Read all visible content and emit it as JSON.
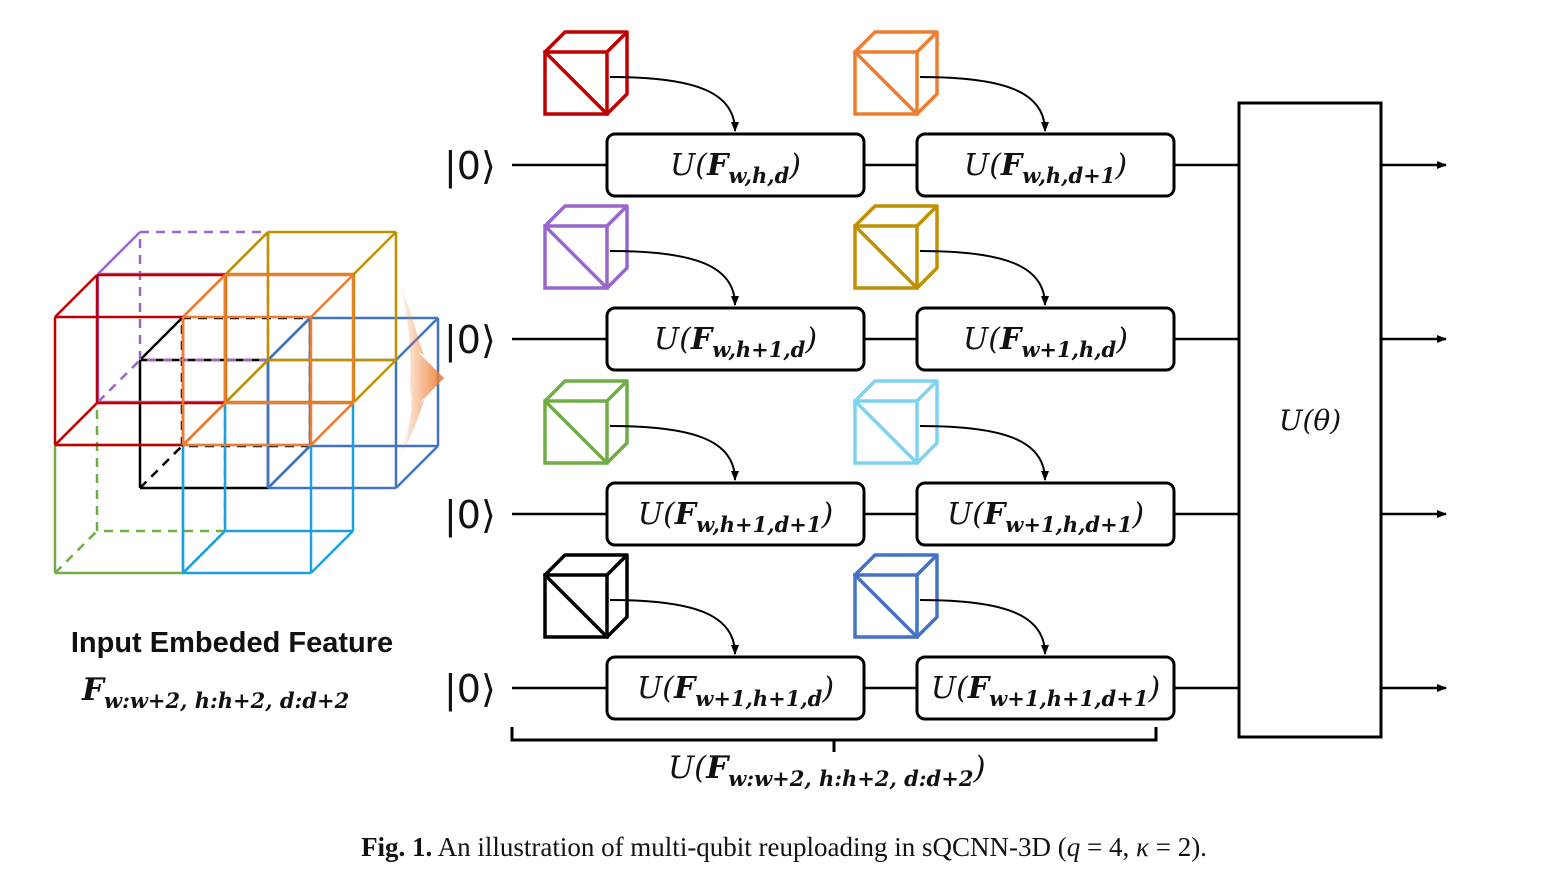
{
  "colors": {
    "red": "#c00000",
    "orange": "#ed7d31",
    "purple": "#9966cc",
    "gold": "#bf9000",
    "green": "#70ad47",
    "cyan": "#7fd3f0",
    "black": "#000000",
    "blue": "#4472c4",
    "bluebright": "#1ca0e0"
  },
  "input": {
    "title": "Input Embeded Feature",
    "symbol": "F",
    "subscript": "w:w+2, h:h+2, d:d+2"
  },
  "ket_label": "|0⟩",
  "unitary_symbol": "U",
  "rows": [
    {
      "gates": [
        {
          "cube": "red",
          "sub": "w,h,d"
        },
        {
          "cube": "orange",
          "sub": "w,h,d+1"
        }
      ]
    },
    {
      "gates": [
        {
          "cube": "purple",
          "sub": "w,h+1,d"
        },
        {
          "cube": "gold",
          "sub": "w+1,h,d"
        }
      ]
    },
    {
      "gates": [
        {
          "cube": "green",
          "sub": "w,h+1,d+1"
        },
        {
          "cube": "cyan",
          "sub": "w+1,h,d+1"
        }
      ]
    },
    {
      "gates": [
        {
          "cube": "black",
          "sub": "w+1,h+1,d"
        },
        {
          "cube": "blue",
          "sub": "w+1,h+1,d+1"
        }
      ]
    }
  ],
  "param_gate": {
    "label": "U(θ)"
  },
  "brace_label": {
    "symbol": "F",
    "subscript": "w:w+2, h:h+2, d:d+2"
  },
  "caption": {
    "fig": "Fig. 1.",
    "text_before": "An illustration of multi-qubit reuploading in sQCNN-3D (",
    "q_var": "q",
    "q_val": " = 4, ",
    "k_var": "κ",
    "k_val": " = 2)."
  }
}
